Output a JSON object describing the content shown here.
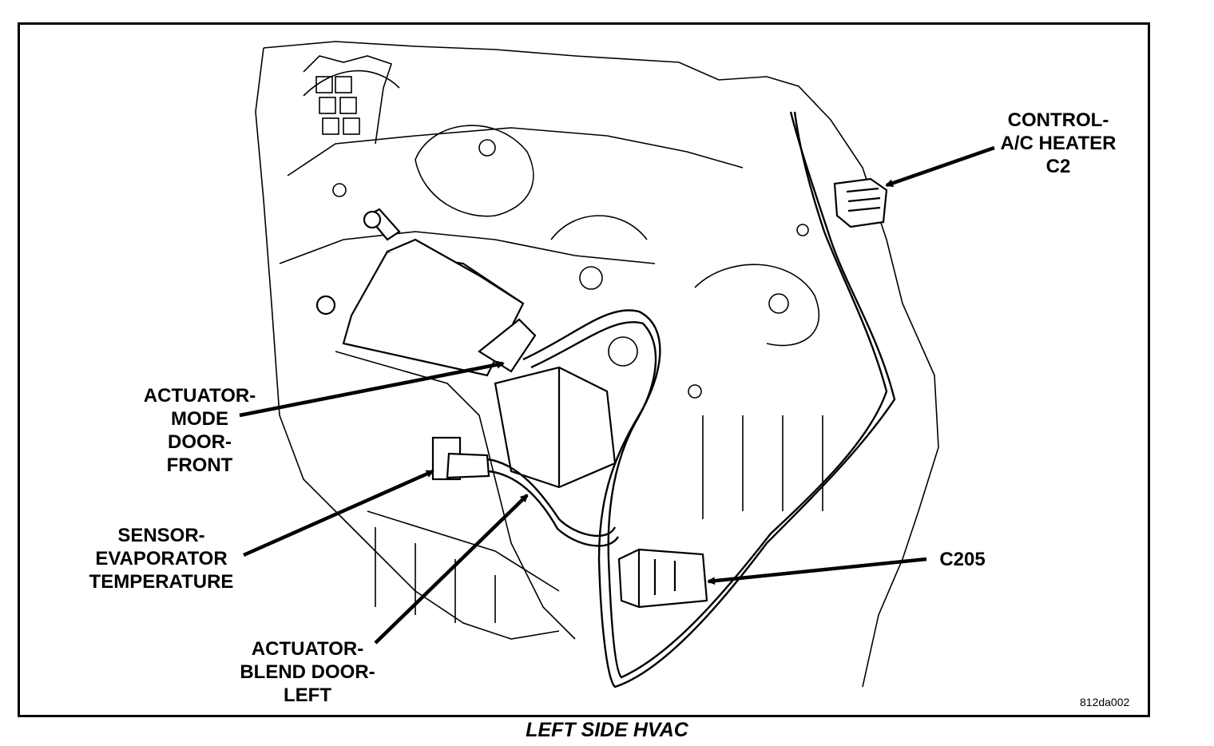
{
  "callouts": {
    "control_ac_heater_c2": "CONTROL-\nA/C HEATER\nC2",
    "actuator_mode_door_front": "ACTUATOR-\nMODE\nDOOR-\nFRONT",
    "sensor_evaporator_temperature": "SENSOR-\nEVAPORATOR\nTEMPERATURE",
    "actuator_blend_door_left": "ACTUATOR-\nBLEND DOOR-\nLEFT",
    "c205": "C205"
  },
  "figure_id": "812da002",
  "caption": "LEFT SIDE HVAC"
}
